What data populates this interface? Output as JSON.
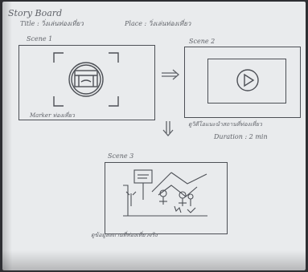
{
  "storyboard": {
    "heading": "Story Board",
    "title_line": "Title : วิ่งเล่นท่องเที่ยว",
    "place_line": "Place : วิ่งเล่นท่องเที่ยว"
  },
  "scene1": {
    "label": "Scene 1",
    "caption": "Marker ท่องเที่ยว"
  },
  "scene2": {
    "label": "Scene 2",
    "caption": "ดูวิดีโอแนะนำสถานที่ท่องเที่ยว",
    "duration": "Duration : 2 min"
  },
  "scene3": {
    "label": "Scene 3",
    "caption": "ดูข้อมูลสถานที่ท่องเที่ยวจริง"
  },
  "colors": {
    "paper": "#e9ebed",
    "ink": "#5f6268",
    "background": "#2e2f33"
  },
  "icons": [
    "marker-target-icon",
    "play-icon",
    "arrow-right-icon",
    "arrow-down-icon"
  ]
}
